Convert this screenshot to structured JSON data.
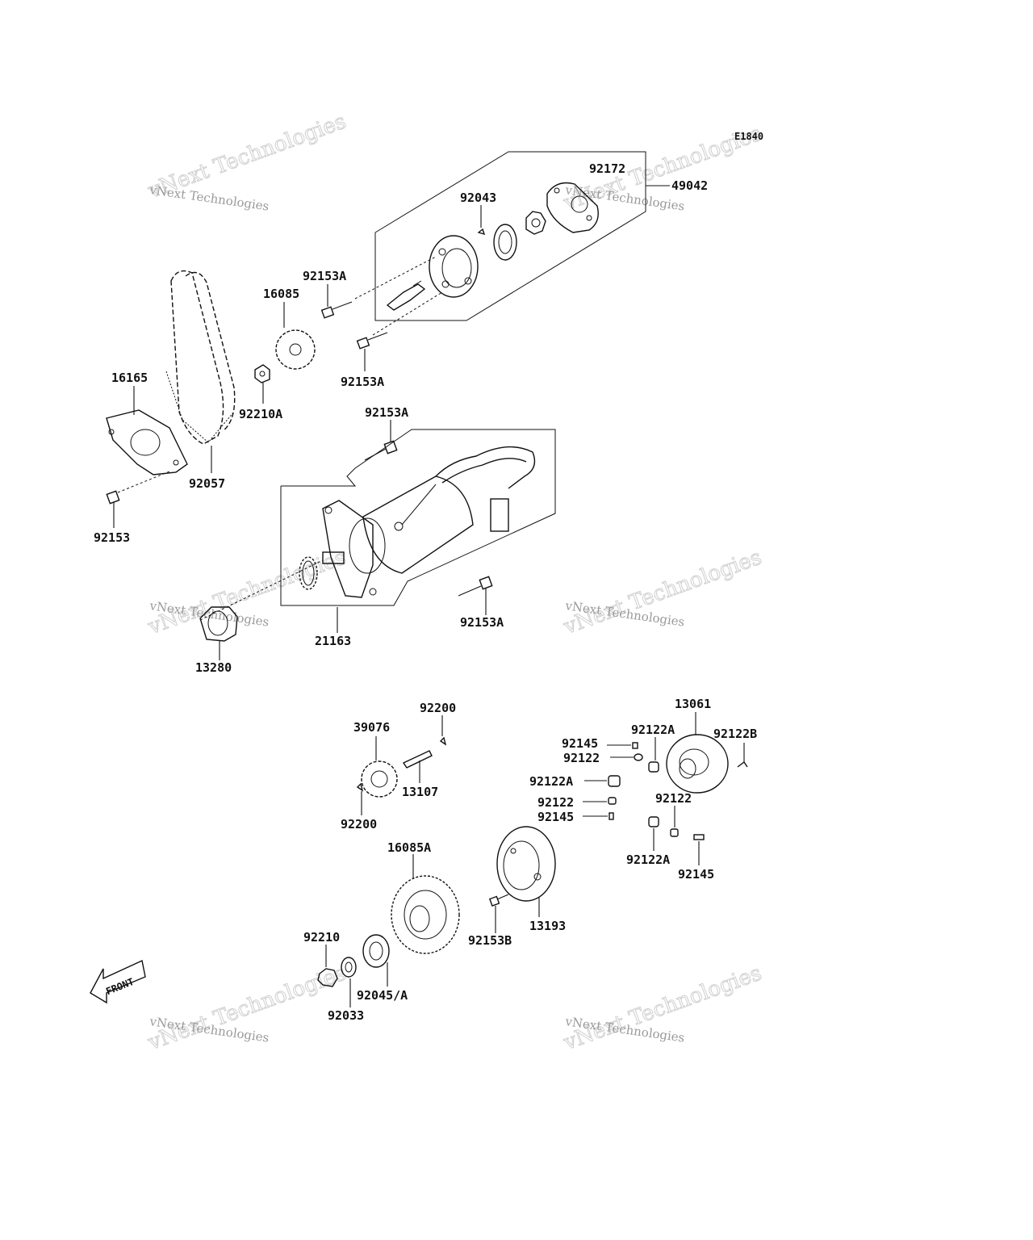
{
  "diagram": {
    "code": "E1840",
    "front_label": "FRONT",
    "watermark_line1": "vNext Technologies",
    "watermark_line2": "vNext Technologies",
    "labels": [
      "92172",
      "49042",
      "92043",
      "92153A",
      "16085",
      "92153A",
      "16165",
      "92210A",
      "92057",
      "92153A",
      "92153",
      "21163",
      "13280",
      "92153A",
      "92200",
      "39076",
      "13107",
      "92200",
      "13061",
      "92122A",
      "92145",
      "92122",
      "92122B",
      "92122A",
      "92122",
      "92145",
      "92122",
      "92122A",
      "92145",
      "16085A",
      "13193",
      "92153B",
      "92210",
      "92045/A",
      "92033"
    ]
  }
}
